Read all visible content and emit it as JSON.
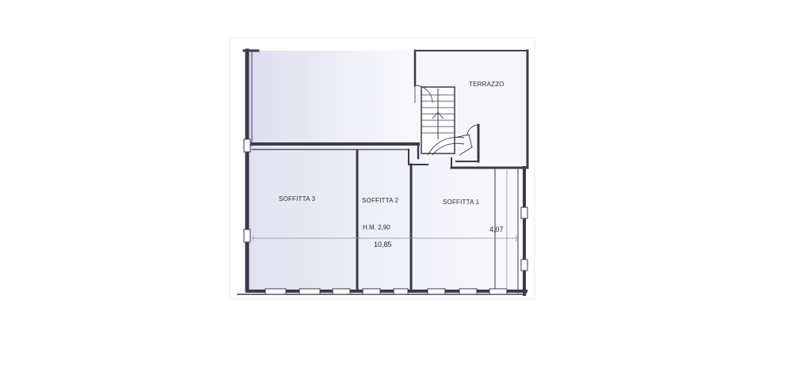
{
  "rooms": {
    "terrazzo": "TERRAZZO",
    "soffitta_3": "SOFFITTA 3",
    "soffitta_2": "SOFFITTA 2",
    "soffitta_1": "SOFFITTA 1"
  },
  "dimensions": {
    "height": "H.M. 2,90",
    "width": "10,85",
    "depth": "4,07"
  },
  "colors": {
    "wall": "#3a3a48",
    "tint_left": "#e6e6f4",
    "tint_right": "#f7f7fb",
    "line": "#9a9aa8"
  }
}
